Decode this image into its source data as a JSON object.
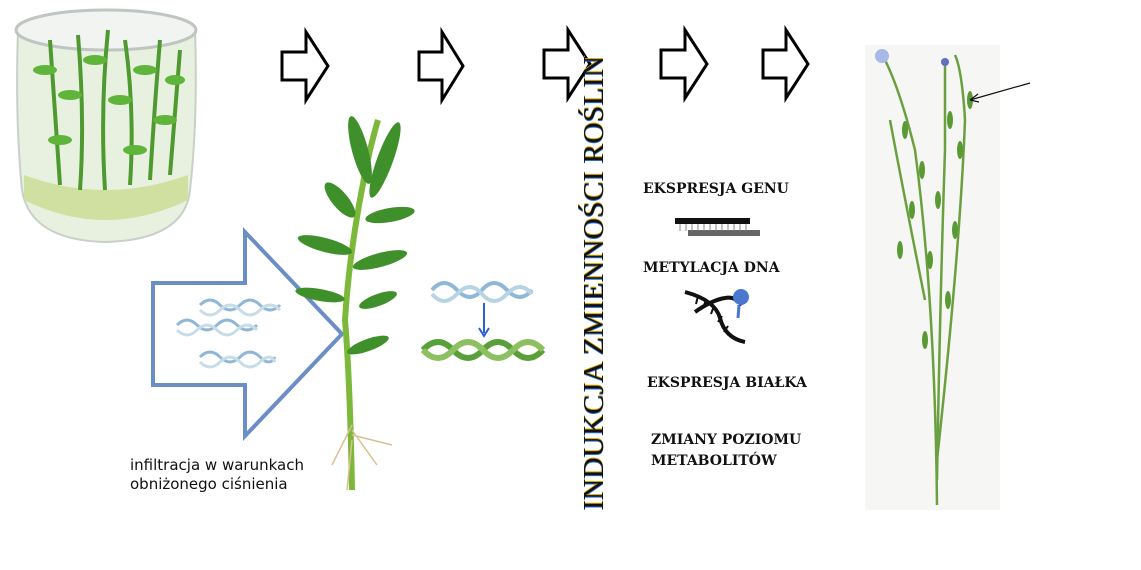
{
  "infiltration_caption": {
    "line1": "infiltracja w warunkach",
    "line2": "obniżonego ciśnienia"
  },
  "vertical_title": "INDUKCJA ZMIENNOŚCI ROŚLIN",
  "effects": {
    "gene_expression": "EKSPRESJA GENU",
    "dna_methylation": "METYLACJA DNA",
    "protein_expression": "EKSPRESJA BIAŁKA",
    "metabolite_line1": "ZMIANY POZIOMU",
    "metabolite_line2": "METABOLITÓW"
  },
  "colors": {
    "arrow_blue": "#6b8fc4",
    "leaf_green": "#3f8f2a",
    "dna_green": "#5aa03a",
    "dna_blue": "#8fb8d8",
    "methyl_blue": "#4a78d0"
  }
}
